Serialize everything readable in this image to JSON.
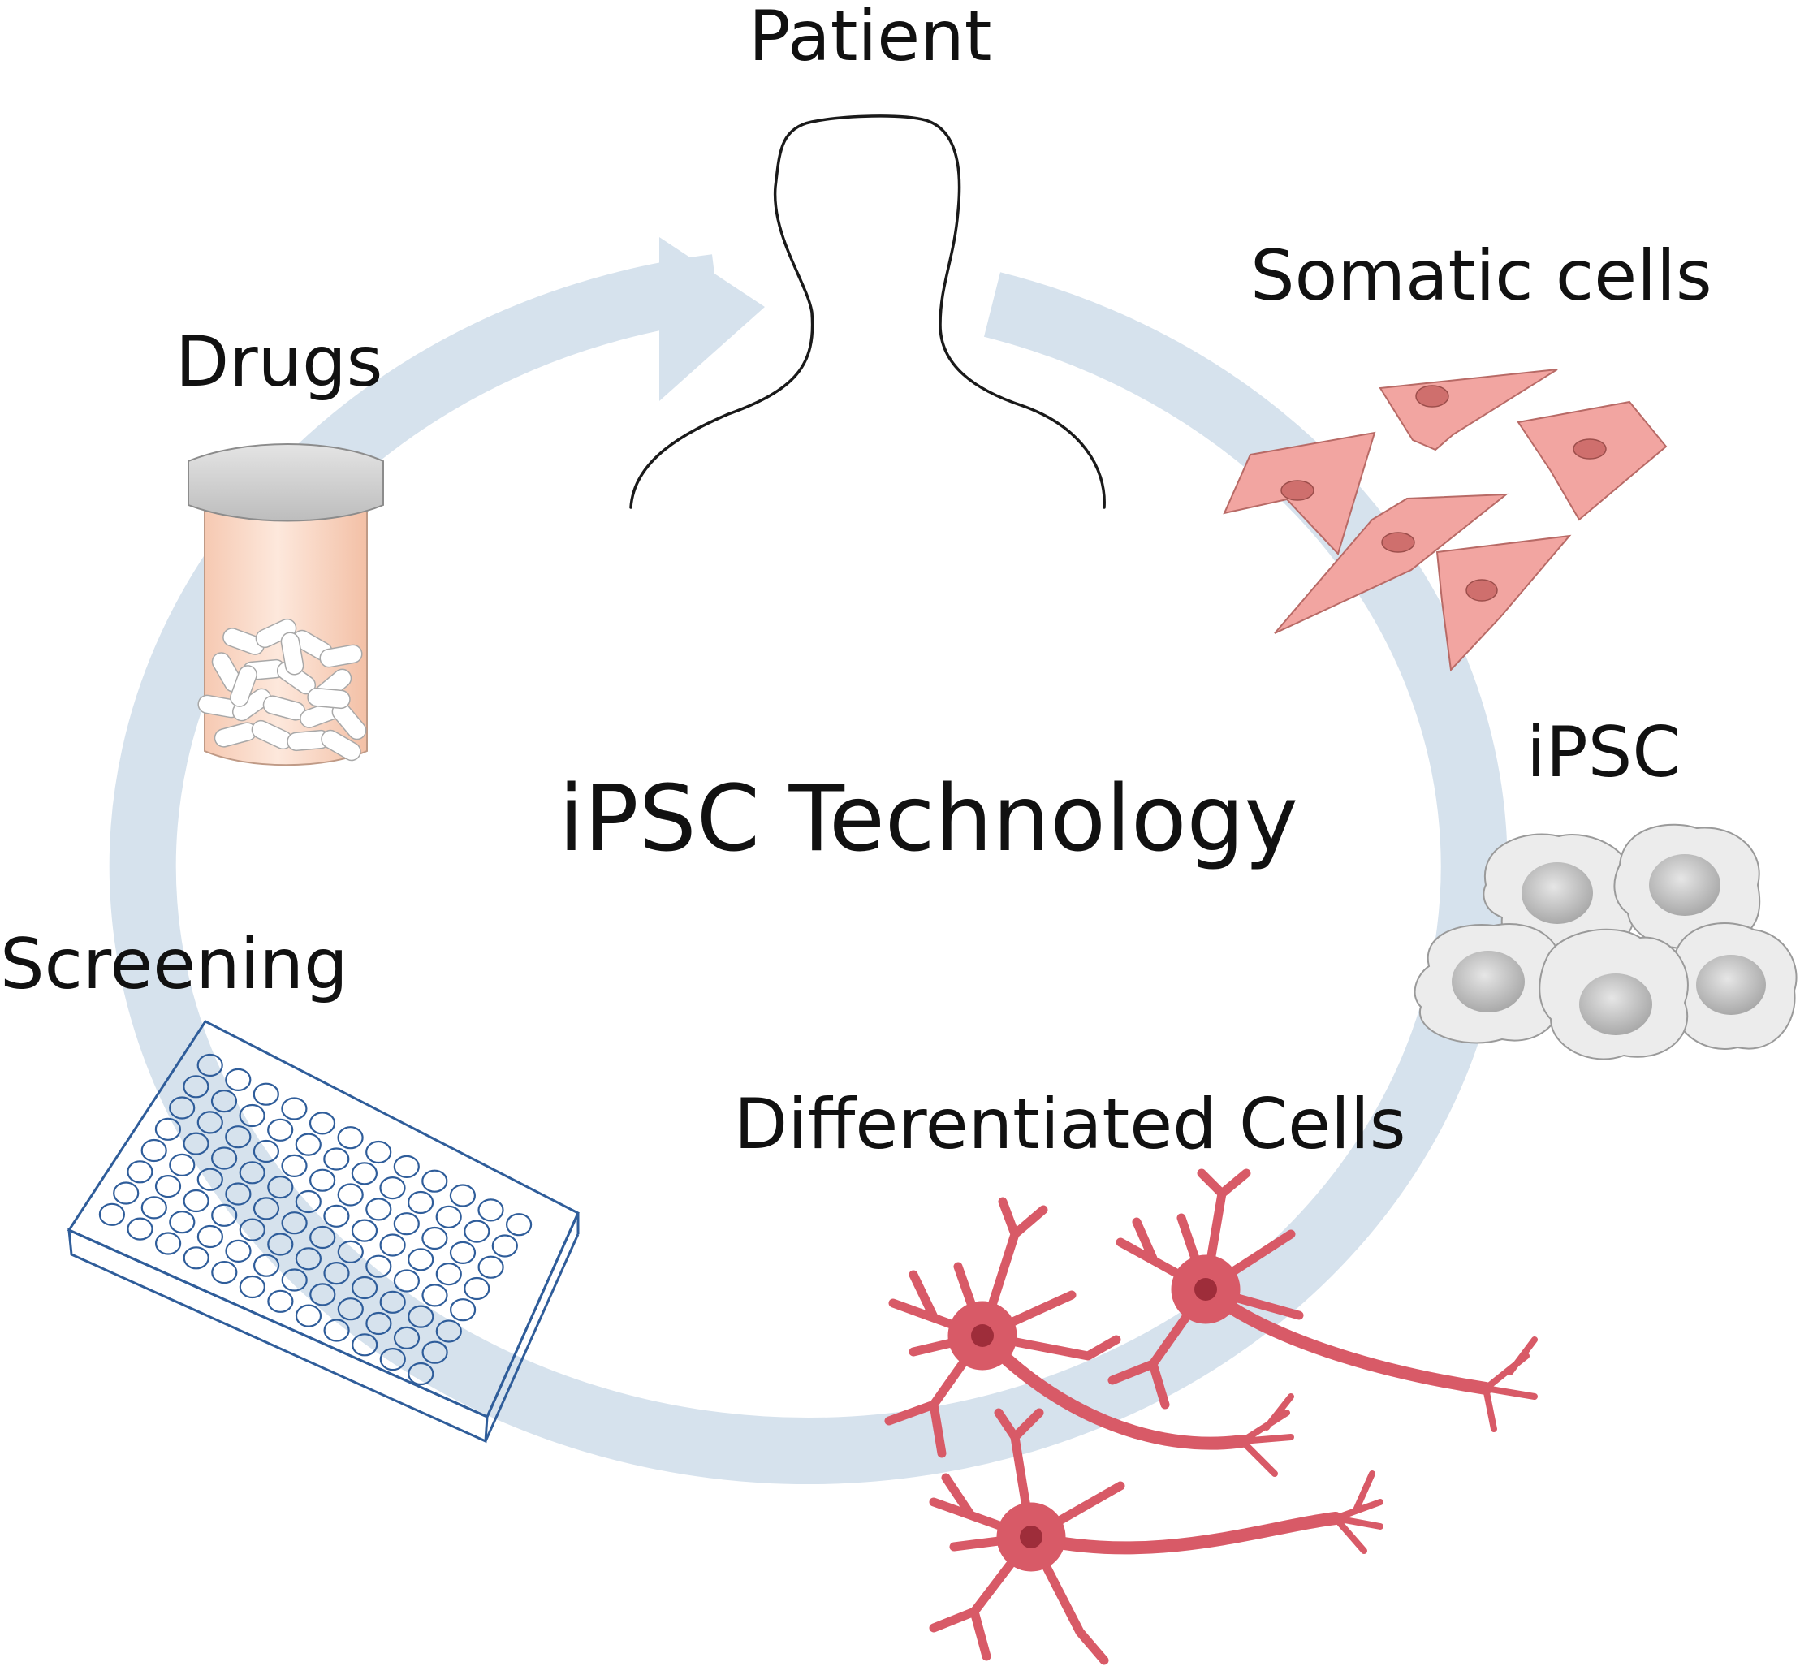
{
  "title": "iPSC Technology",
  "labels": {
    "patient": "Patient",
    "somatic": "Somatic cells",
    "ipsc": "iPSC",
    "differentiated": "Differentiated Cells",
    "screening": "Screening",
    "drugs": "Drugs"
  },
  "colors": {
    "cycle_arrow": "#d6e2ed",
    "somatic_fill": "#f2a5a1",
    "somatic_stroke": "#b86a66",
    "ipsc_fill": "#ececec",
    "ipsc_nucleus": "#bcbcbc",
    "neuron": "#d85a67",
    "plate_stroke": "#2f5d9a",
    "bottle_cap": "#d4d4d4",
    "bottle_body": "#fad9c6"
  },
  "icons": [
    "patient-silhouette-icon",
    "somatic-cell-icon",
    "ipsc-cell-icon",
    "neuron-icon",
    "well-plate-icon",
    "pill-bottle-icon",
    "cycle-arrow-icon"
  ]
}
